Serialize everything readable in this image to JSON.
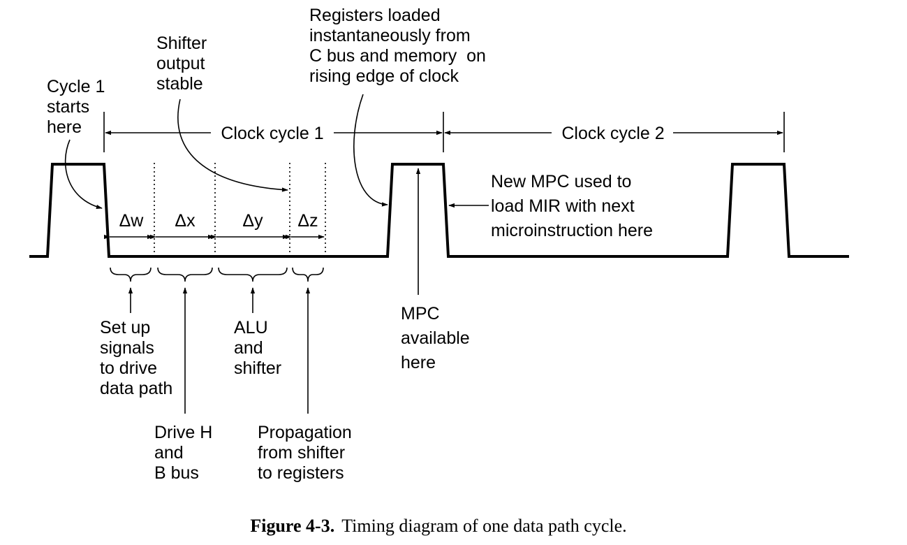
{
  "labels": {
    "cycle1_start": [
      "Cycle 1",
      "starts",
      "here"
    ],
    "shifter_stable": [
      "Shifter",
      "output",
      "stable"
    ],
    "registers_loaded": [
      "Registers loaded",
      "instantaneously from",
      "C bus and memory  on",
      "rising edge of clock"
    ],
    "clock_cycle_1": "Clock cycle 1",
    "clock_cycle_2": "Clock cycle 2",
    "new_mpc": [
      "New MPC used to",
      "load MIR with next",
      "microinstruction here"
    ],
    "delta_w": "Δw",
    "delta_x": "Δx",
    "delta_y": "Δy",
    "delta_z": "Δz",
    "setup_signals": [
      "Set up",
      "signals",
      "to drive",
      "data path"
    ],
    "drive_h_b": [
      "Drive H",
      "and",
      "B bus"
    ],
    "alu_shifter": [
      "ALU",
      "and",
      "shifter"
    ],
    "propagation": [
      "Propagation",
      "from shifter",
      "to registers"
    ],
    "mpc_available": [
      "MPC",
      "available",
      "here"
    ]
  },
  "caption": {
    "figure_label": "Figure 4-3.",
    "text": "Timing diagram of one data path cycle."
  }
}
